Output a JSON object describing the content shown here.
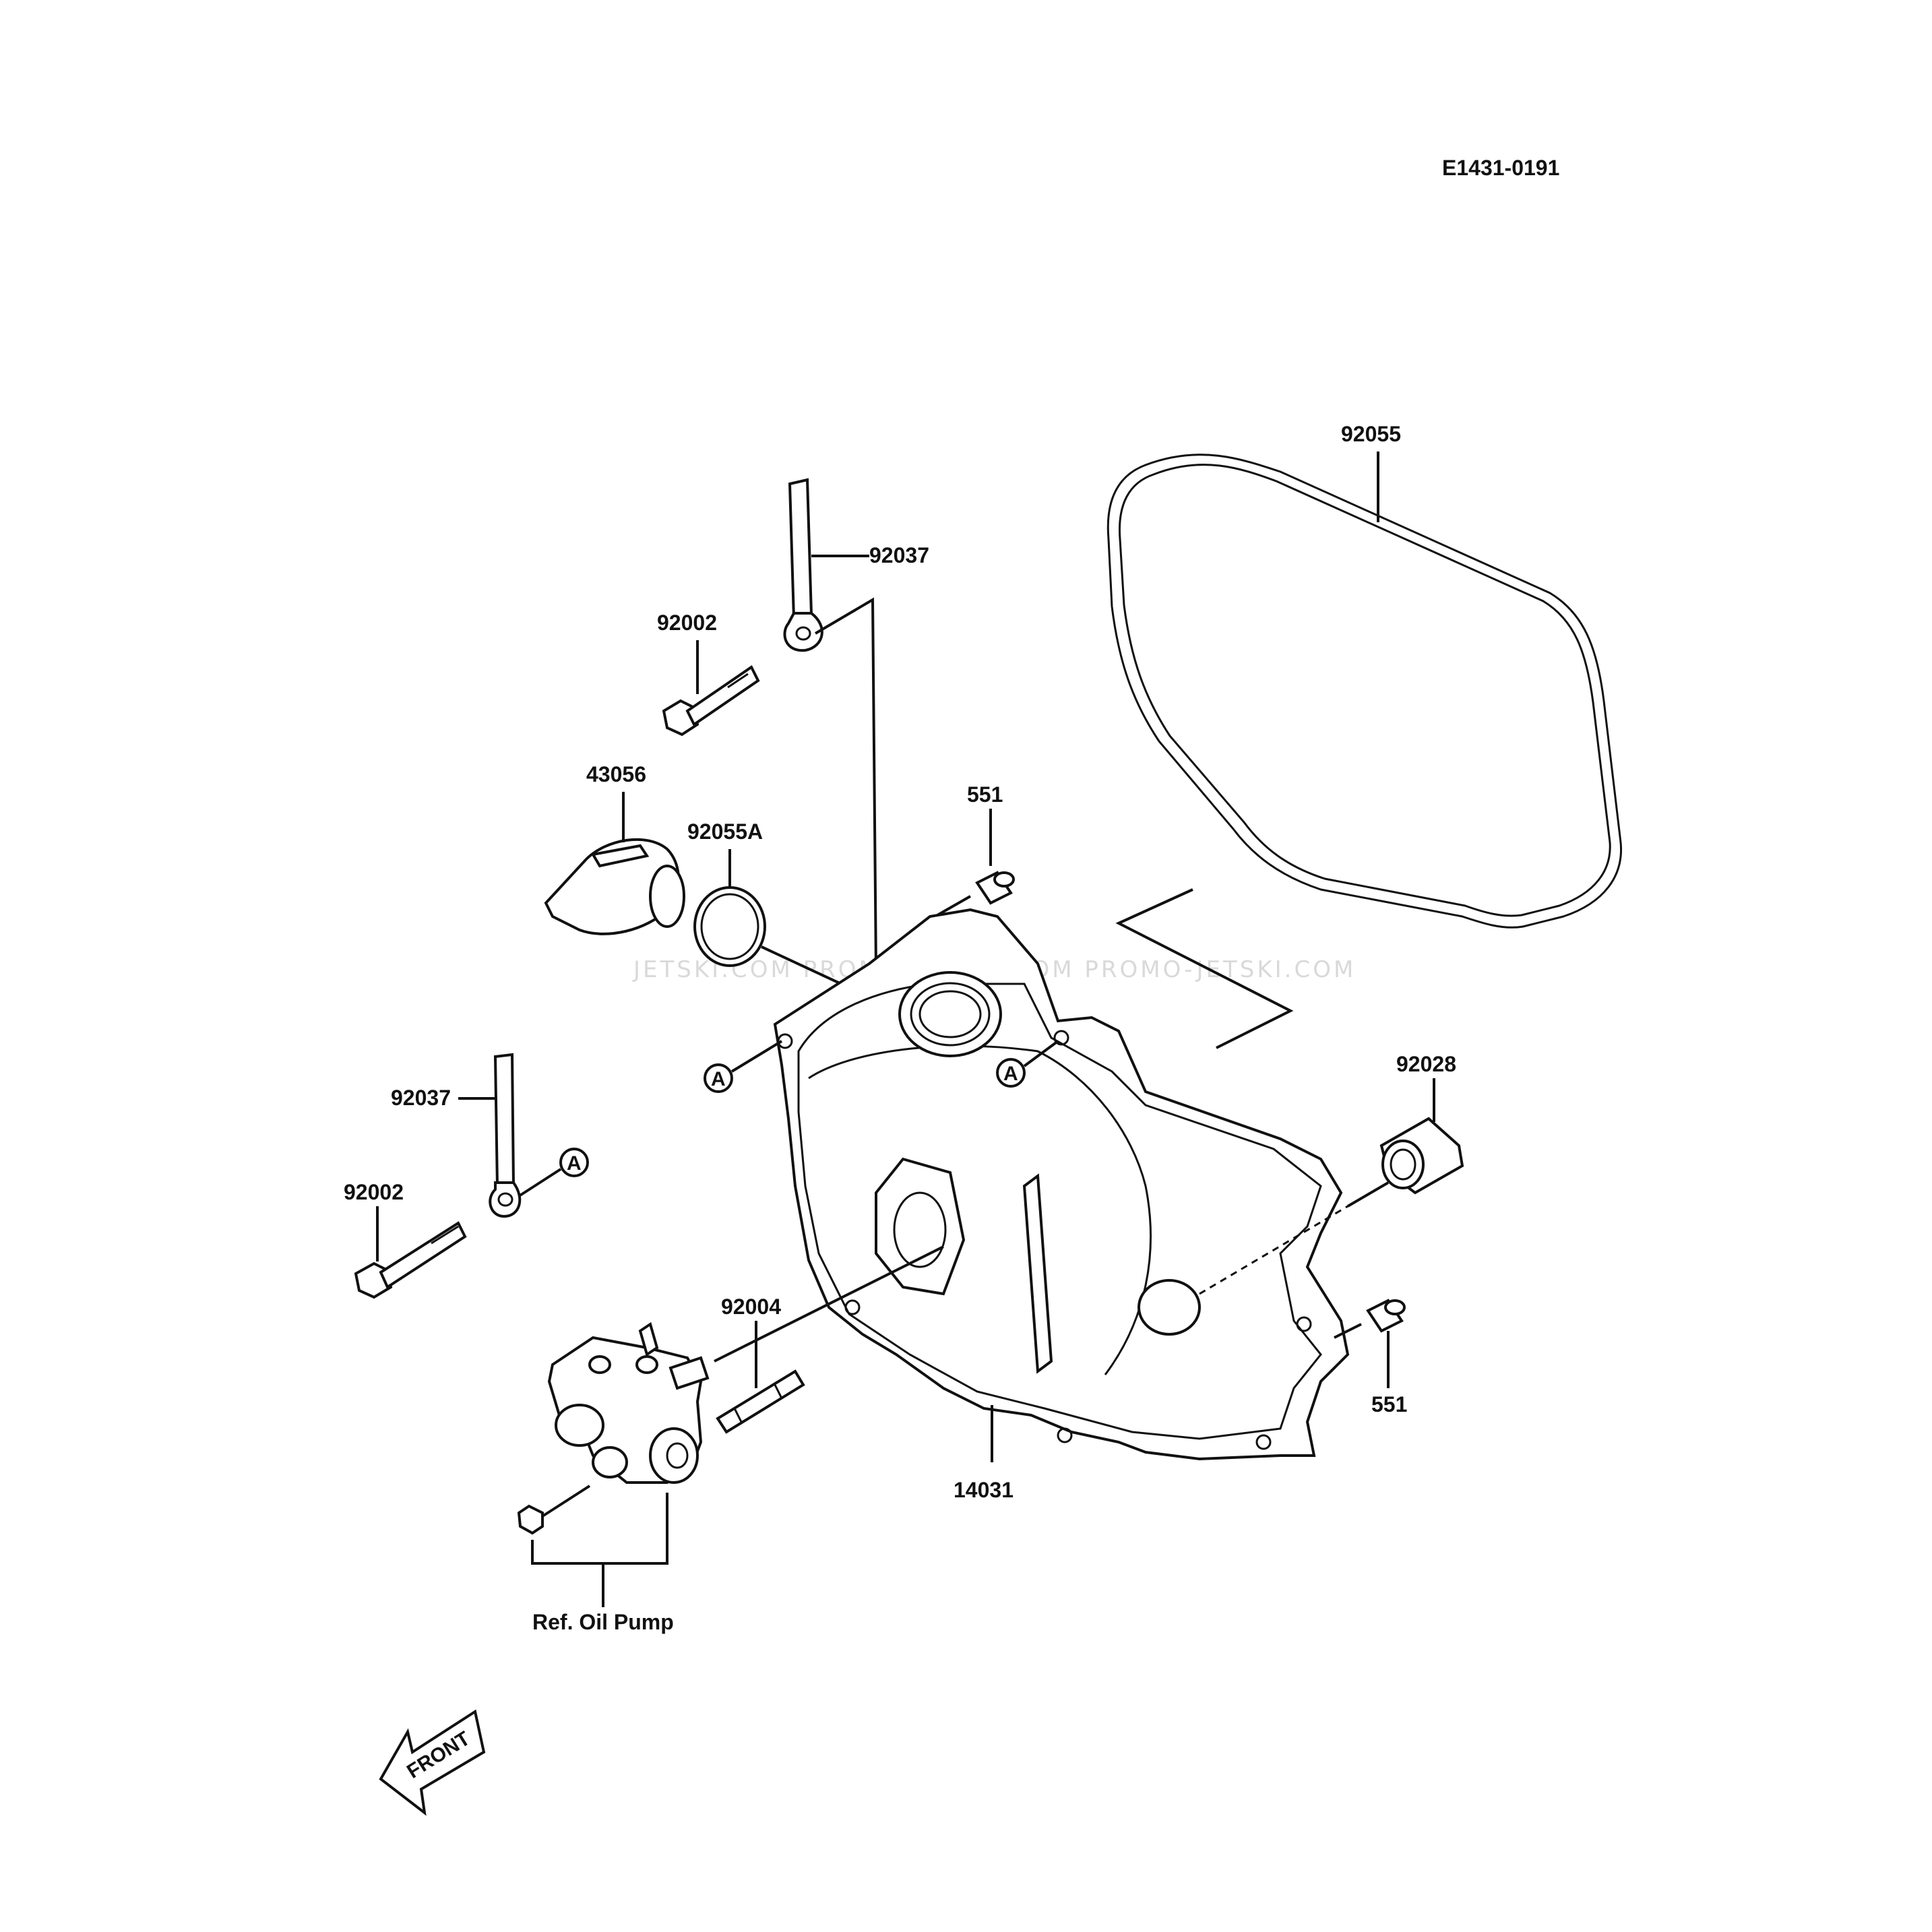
{
  "diagram_code": "E1431-0191",
  "watermark": "JETSKI.COM   PROMO-JETSKI.COM   PROMO-JETSKI.COM",
  "front_label": "FRONT",
  "ref_marker": "A",
  "parts": {
    "gasket_large": "92055",
    "strap_top": "92037",
    "bolt_top": "92002",
    "cap": "43056",
    "oring": "92055A",
    "dowel_top": "551",
    "strap_left": "92037",
    "bolt_left": "92002",
    "stud": "92004",
    "cover": "14031",
    "bushing": "92028",
    "dowel_right": "551"
  },
  "ref_oil_pump": "Ref. Oil Pump"
}
